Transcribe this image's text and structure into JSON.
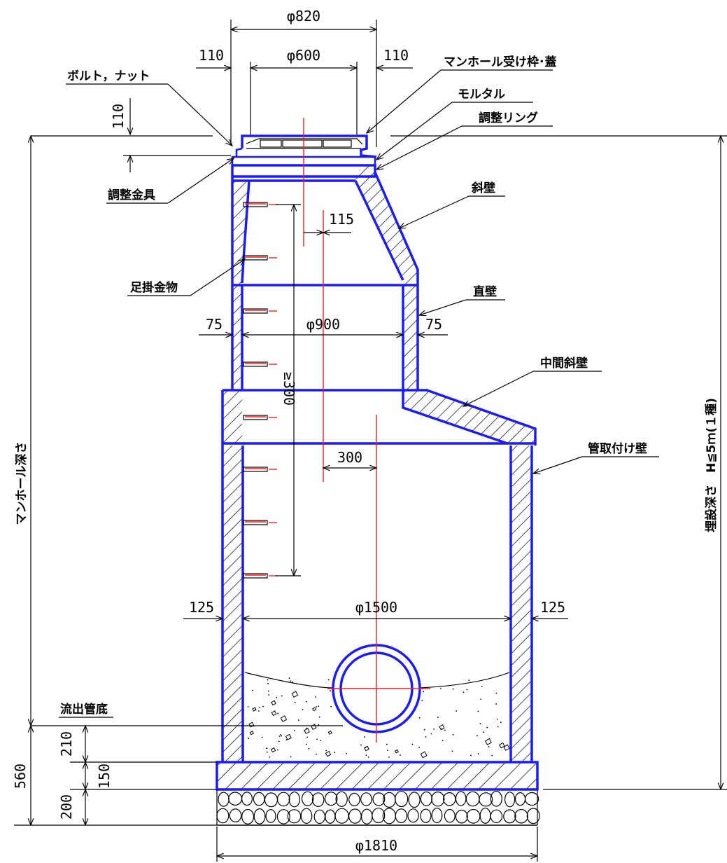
{
  "dimensions": {
    "top_outer": "φ820",
    "top_inner": "φ600",
    "top_left_offset": "110",
    "top_right_offset": "110",
    "cover_height": "110",
    "cone_offset": "115",
    "neck_inner": "φ900",
    "neck_wall_left": "75",
    "neck_wall_right": "75",
    "step_length": "≥300",
    "pipe_offset": "300",
    "body_inner": "φ1500",
    "body_wall_left": "125",
    "body_wall_right": "125",
    "base_width": "φ1810",
    "depth_210": "210",
    "depth_150": "150",
    "depth_200": "200",
    "depth_560": "560"
  },
  "labels": {
    "cover_frame": "マンホール受け枠･蓋",
    "bolt_nut": "ボルト，ナット",
    "mortar": "モルタル",
    "adjust_ring": "調整リング",
    "adjust_fitting": "調整金具",
    "slope_wall": "斜壁",
    "step": "足掛金物",
    "straight_wall": "直壁",
    "middle_slope_wall": "中間斜壁",
    "pipe_wall": "管取付け壁",
    "outflow_bottom": "流出管底",
    "manhole_depth": "マンホール深さ",
    "burial_depth": "埋設深さ　H≦5ｍ(１種)"
  },
  "colors": {
    "structure": "#1a1aff",
    "centerline": "#ff1a1a",
    "dimension": "#000000"
  }
}
